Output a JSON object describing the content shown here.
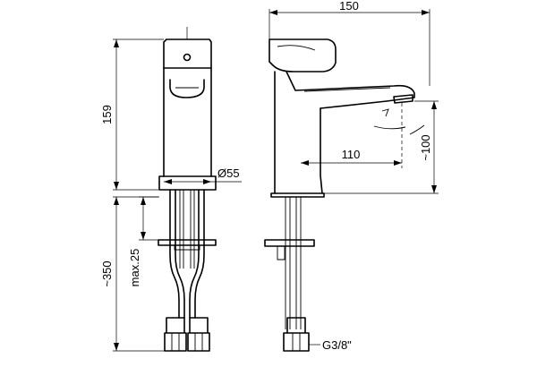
{
  "dimensions": {
    "overall_width": "150",
    "overall_height": "159",
    "spout_reach": "110",
    "spout_height": "~100",
    "base_diameter": "Ø55",
    "hose_length": "~350",
    "max_thickness": "max.25",
    "connection_thread": "G3/8\""
  }
}
